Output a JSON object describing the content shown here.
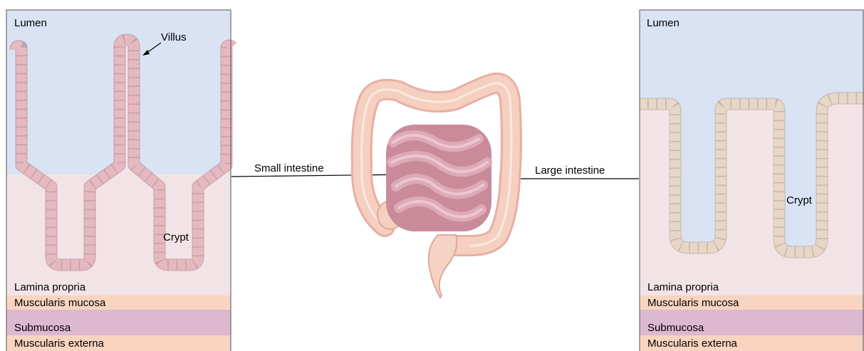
{
  "small_intestine_panel": {
    "lumen": "Lumen",
    "villus": "Villus",
    "crypt": "Crypt",
    "layers": [
      "Lamina propria",
      "Muscularis mucosa",
      "Submucosa",
      "Muscularis externa"
    ]
  },
  "center": {
    "small_intestine": "Small intestine",
    "large_intestine": "Large intestine"
  },
  "large_intestine_panel": {
    "lumen": "Lumen",
    "crypt": "Crypt",
    "layers": [
      "Lamina propria",
      "Muscularis mucosa",
      "Submucosa",
      "Muscularis externa"
    ]
  },
  "colors": {
    "lumen": "#d9e3f3",
    "lamina_propria": "#f2e4e6",
    "muscularis_mucosa": "#f9d4c0",
    "submucosa": "#ddb8d1",
    "muscularis_externa": "#f9d4c0",
    "small_epithelium": "#e6b8bf",
    "large_epithelium": "#e8d6c6",
    "colon": "#f5cfbf",
    "small_bowel": "#d7a3b0"
  }
}
